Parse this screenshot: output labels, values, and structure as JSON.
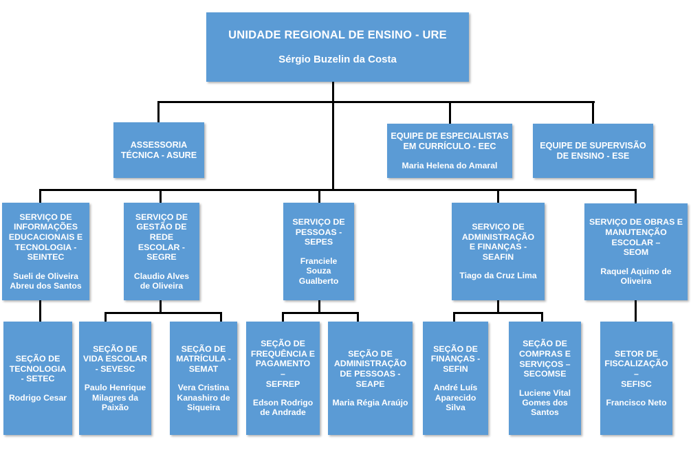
{
  "chart_title": "UNIDADE REGIONAL DE ENSINO - URE",
  "theme": {
    "box_fill": "#5b9bd5",
    "box_text": "#ffffff",
    "connector": "#000000",
    "background": "#ffffff"
  },
  "nodes": {
    "root": {
      "title": "UNIDADE REGIONAL DE ENSINO - URE",
      "person": "Sérgio Buzelin da Costa"
    },
    "asure": {
      "title": "ASSESSORIA\nTÉCNICA - ASURE",
      "person": ""
    },
    "eec": {
      "title": "EQUIPE DE ESPECIALISTAS\nEM CURRÍCULO - EEC",
      "person": "Maria Helena do Amaral"
    },
    "ese": {
      "title": "EQUIPE DE SUPERVISÃO\nDE ENSINO - ESE",
      "person": ""
    },
    "seintec": {
      "title": "SERVIÇO DE\nINFORMAÇÕES\nEDUCACIONAIS E\nTECNOLOGIA -\nSEINTEC",
      "person": "Sueli de Oliveira\nAbreu dos Santos"
    },
    "segre": {
      "title": "SERVIÇO DE\nGESTÃO DE\nREDE\nESCOLAR -\nSEGRE",
      "person": "Claudio Alves\nde Oliveira"
    },
    "sepes": {
      "title": "SERVIÇO DE\nPESSOAS -\nSEPES",
      "person": "Franciele\nSouza\nGualberto"
    },
    "seafin": {
      "title": "SERVIÇO DE\nADMINISTRAÇÃO\nE FINANÇAS -\nSEAFIN",
      "person": "Tiago da Cruz Lima"
    },
    "seom": {
      "title": "SERVIÇO DE OBRAS E\nMANUTENÇÃO\nESCOLAR –\nSEOM",
      "person": "Raquel Aquino de\nOliveira"
    },
    "setec": {
      "title": "SEÇÃO DE\nTECNOLOGIA\n- SETEC",
      "person": "Rodrigo Cesar"
    },
    "sevesc": {
      "title": "SEÇÃO DE\nVIDA ESCOLAR\n- SEVESC",
      "person": "Paulo Henrique\nMilagres da\nPaixão"
    },
    "semat": {
      "title": "SEÇÃO DE\nMATRÍCULA -\nSEMAT",
      "person": "Vera Cristina\nKanashiro de\nSiqueira"
    },
    "sefrep": {
      "title": "SEÇÃO DE\nFREQUÊNCIA E\nPAGAMENTO\n–\nSEFREP",
      "person": "Edson Rodrigo\nde Andrade"
    },
    "seape": {
      "title": "SEÇÃO DE\nADMINISTRAÇÃO\nDE PESSOAS -\nSEAPE",
      "person": "Maria Régia Araújo"
    },
    "sefin": {
      "title": "SEÇÃO DE\nFINANÇAS -\nSEFIN",
      "person": "André Luís\nAparecido\nSilva"
    },
    "secomse": {
      "title": "SEÇÃO DE\nCOMPRAS E\nSERVIÇOS –\nSECOMSE",
      "person": "Luciene Vital\nGomes dos\nSantos"
    },
    "sefisc": {
      "title": "SETOR DE\nFISCALIZAÇÃO\n–\nSEFISC",
      "person": "Francisco Neto"
    }
  }
}
